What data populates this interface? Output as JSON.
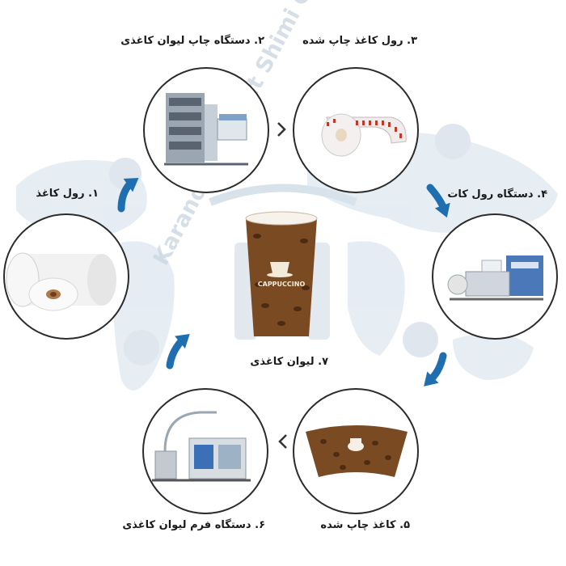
{
  "steps": [
    {
      "label": "۱. رول کاغذ",
      "icon": "paper-roll"
    },
    {
      "label": "۲. دستگاه چاپ لیوان کاغذی",
      "icon": "printing-machine"
    },
    {
      "label": "۳. رول کاغذ چاپ شده",
      "icon": "printed-paper-roll"
    },
    {
      "label": "۴. دستگاه رول کات",
      "icon": "roll-cutting-machine"
    },
    {
      "label": "۵. کاغذ چاپ شده",
      "icon": "printed-cup-blank"
    },
    {
      "label": "۶. دستگاه فرم لیوان کاغذی",
      "icon": "cup-forming-machine"
    }
  ],
  "center": {
    "label": "۷. لیوان کاغذی",
    "icon": "paper-cup",
    "cup_text": "CAPPUCCINO"
  },
  "watermark": {
    "text": "Karanoosh Sanat Shimi Co"
  },
  "colors": {
    "arrow": "#1f6fb0",
    "circle_border": "#2b2b2b",
    "map_tint": "#dfe8f0",
    "cup_brown": "#7a4a22"
  }
}
